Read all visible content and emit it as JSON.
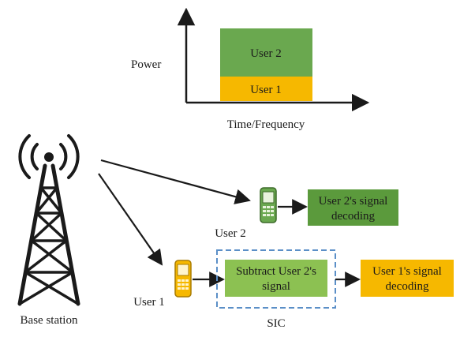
{
  "power_chart": {
    "y_axis_label": "Power",
    "x_axis_label": "Time/Frequency",
    "layers": [
      {
        "label": "User 2",
        "color": "#6aa84f"
      },
      {
        "label": "User 1",
        "color": "#f6b800"
      }
    ]
  },
  "base_station": {
    "label": "Base station"
  },
  "users": {
    "user1_label": "User 1",
    "user2_label": "User 2"
  },
  "blocks": {
    "user2_decoding": {
      "line1": "User 2's signal",
      "line2": "decoding",
      "color": "#5b9a3c"
    },
    "subtract": {
      "line1": "Subtract User 2's",
      "line2": "signal",
      "color": "#8cc152"
    },
    "user1_decoding": {
      "line1": "User 1's signal",
      "line2": "decoding",
      "color": "#f6b800"
    }
  },
  "sic": {
    "label": "SIC",
    "border_color": "#5b8fc7"
  },
  "colors": {
    "phone_green": "#6aa84f",
    "phone_yellow": "#f6b800",
    "line": "#1a1a1a"
  }
}
